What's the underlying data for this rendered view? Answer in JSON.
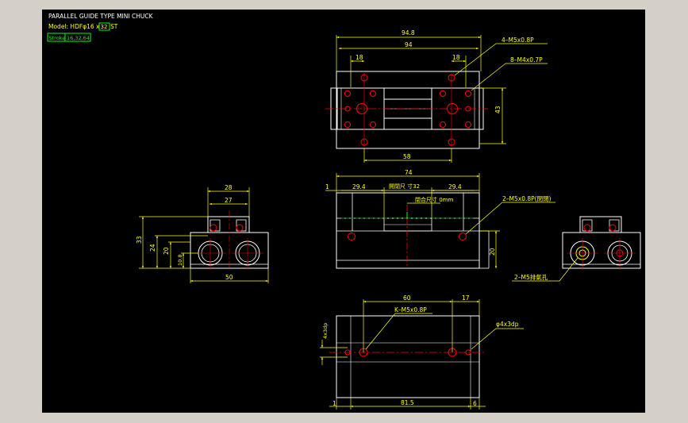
{
  "header": {
    "title": "PARALLEL GUIDE TYPE MINI CHUCK",
    "model_prefix": "Model: HDFφ16 x ",
    "model_box": "32",
    "model_suffix": " ST",
    "stroke_label": "Stroke",
    "stroke_values": "16,32,64"
  },
  "top_view": {
    "dim_overall": "94.8",
    "dim_inner": "94",
    "dim_left": "18",
    "dim_right": "18",
    "dim_height": "43",
    "dim_holes": "58",
    "note_a": "4–M5x0.8P",
    "note_b": "8–M4x0.7P"
  },
  "side_view": {
    "dim_width": "28",
    "dim_inner": "27",
    "dim_33": "33",
    "dim_24": "24",
    "dim_20": "20",
    "dim_10_8": "10.8",
    "dim_50": "50"
  },
  "front_view": {
    "dim_74": "74",
    "dim_left": "29.4",
    "dim_right": "29.4",
    "dim_1": "1",
    "open_label": "開閉尺 寸32",
    "close_label": "閉合尺寸 0mm",
    "dim_20": "20",
    "note_ports": "2–M5x0.8P(閉閉)"
  },
  "end_view": {
    "note_exhaust": "2–M5排氣孔"
  },
  "bottom_view": {
    "dim_60": "60",
    "dim_17": "17",
    "note_k": "K–M5x0.8P",
    "note_pin": "φ4x3dp",
    "dim_4x3dp": "4x3dp",
    "dim_1": "1",
    "dim_81_5": "81.5",
    "dim_6": "6"
  },
  "colors": {
    "background": "#000000",
    "border": "#d4d0c8",
    "outline": "#ffffff",
    "dimension": "#ffff00",
    "center_line": "#ff0000",
    "note_line": "#00ff00",
    "hidden": "#00a000"
  }
}
